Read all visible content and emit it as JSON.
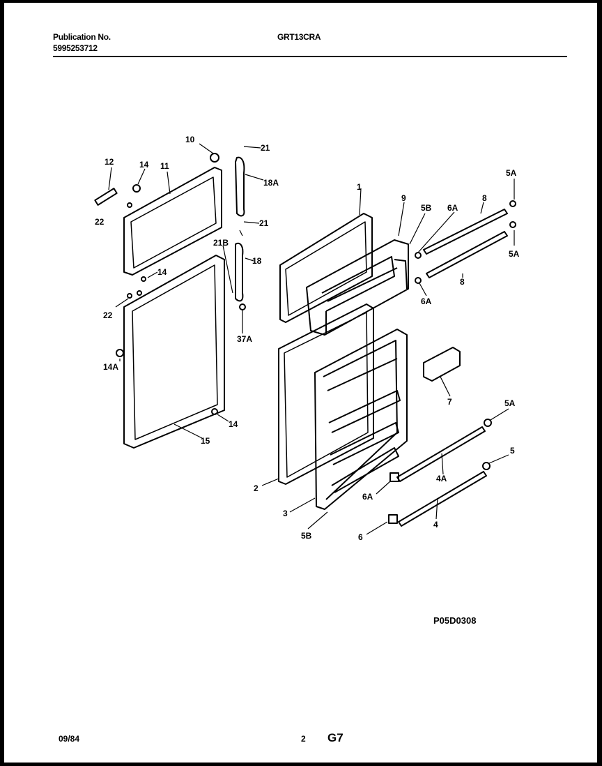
{
  "header": {
    "publication_label": "Publication No.",
    "publication_number": "5995253712",
    "model": "GRT13CRA"
  },
  "footer": {
    "date": "09/84",
    "page": "2",
    "section": "G7"
  },
  "diagram": {
    "figure_code": "P05D0308",
    "callouts": [
      "12",
      "14",
      "11",
      "10",
      "21",
      "18A",
      "22",
      "21",
      "21B",
      "18",
      "14",
      "22",
      "37A",
      "14A",
      "14",
      "15",
      "1",
      "9",
      "5B",
      "6A",
      "8",
      "5A",
      "5A",
      "8",
      "6A",
      "2",
      "7",
      "5A",
      "5",
      "4A",
      "6A",
      "3",
      "4",
      "6",
      "5B"
    ]
  }
}
